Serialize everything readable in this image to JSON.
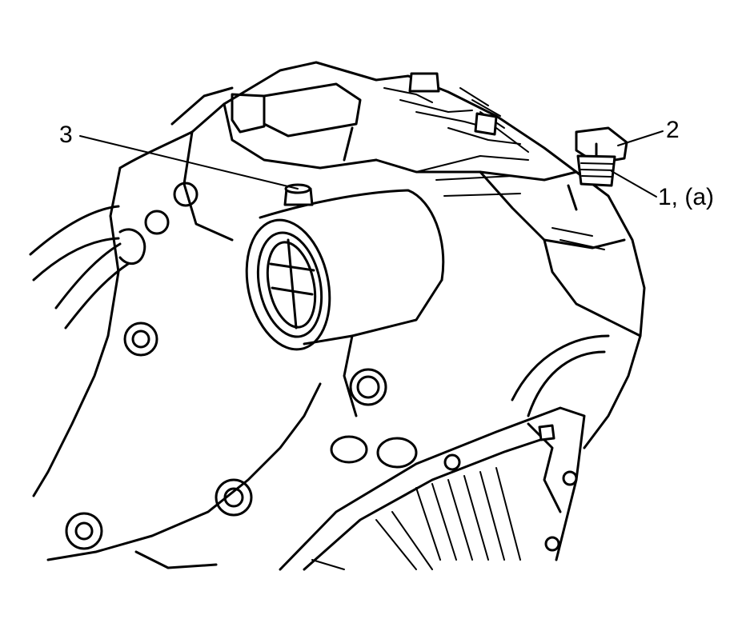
{
  "callouts": {
    "c3": "3",
    "c2": "2",
    "c1": "1, (a)"
  }
}
